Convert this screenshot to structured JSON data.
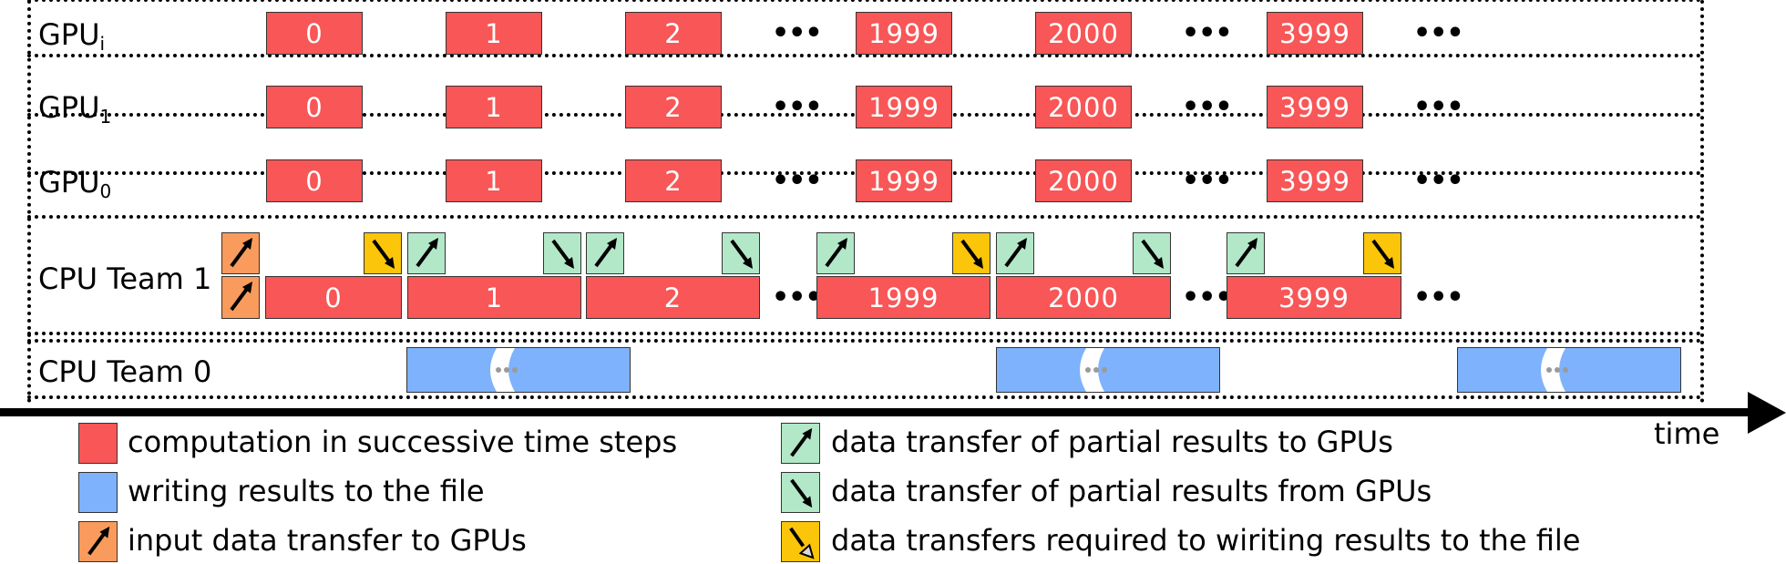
{
  "rows": {
    "gpu_i": {
      "label": "GPU",
      "sub": "i"
    },
    "gpu_1": {
      "label": "GPU",
      "sub": "1"
    },
    "gpu_0": {
      "label": "GPU",
      "sub": "0"
    },
    "cpu_team_1": {
      "label": "CPU Team 1"
    },
    "cpu_team_0": {
      "label": "CPU Team 0"
    }
  },
  "steps": [
    "0",
    "1",
    "2",
    "1999",
    "2000",
    "3999"
  ],
  "ellipsis": "•••",
  "axis": {
    "label": "time"
  },
  "legend": {
    "computation": "computation in successive time steps",
    "writing": "writing results to the file",
    "input_transfer": "input data transfer to GPUs",
    "to_gpus": "data transfer of partial results to GPUs",
    "from_gpus": "data transfer of partial results from GPUs",
    "file_transfer": "data transfers required to wiriting results to the file"
  },
  "colors": {
    "computation": "#f85657",
    "writing": "#7eb2fc",
    "input_transfer": "#f99b5c",
    "partial_transfer": "#b2e8c8",
    "file_transfer": "#fbc50a"
  },
  "icons": {
    "up_arrow": "arrow-up-right-icon",
    "down_arrow": "arrow-down-right-icon",
    "hollow_down_arrow": "arrow-down-right-hollow-icon"
  }
}
